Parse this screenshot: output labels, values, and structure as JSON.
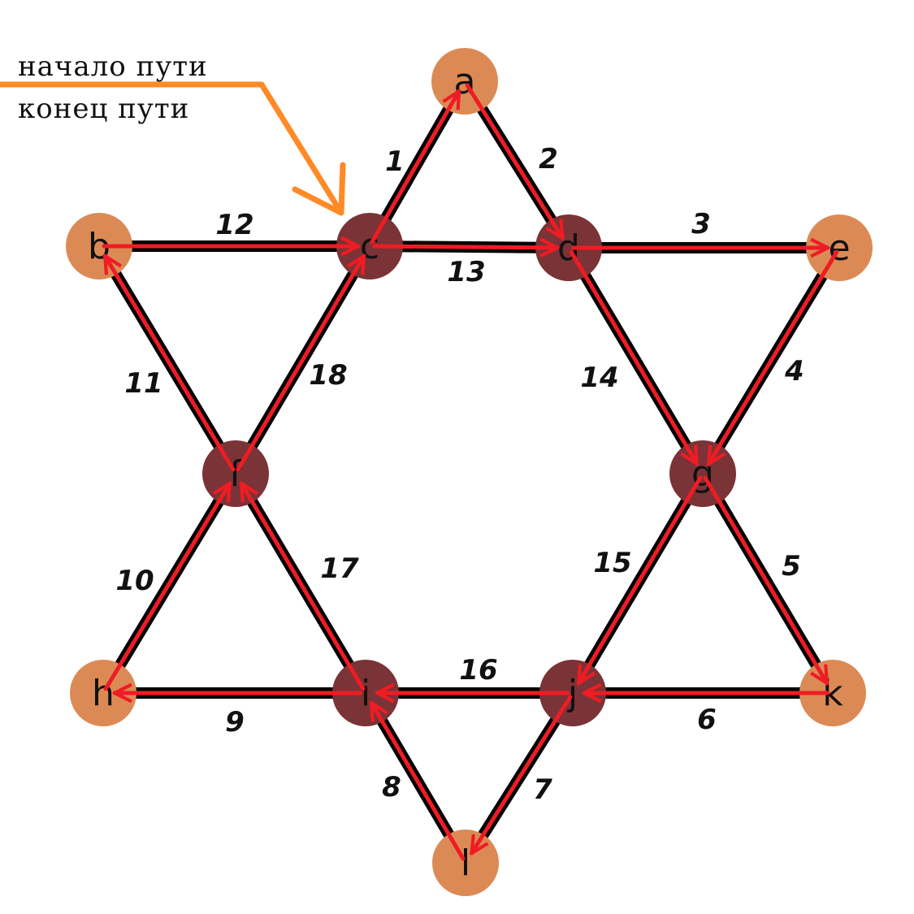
{
  "legend": {
    "start_label": "начало пути",
    "end_label": "конец пути"
  },
  "colors": {
    "outer_node": "#dc8a55",
    "inner_node": "#7a3336",
    "edge_base": "#000000",
    "path": "#ee1c24",
    "pointer": "#ff8a26"
  },
  "nodes": [
    {
      "id": "a",
      "label": "a",
      "kind": "outer"
    },
    {
      "id": "b",
      "label": "b",
      "kind": "outer"
    },
    {
      "id": "c",
      "label": "c",
      "kind": "inner"
    },
    {
      "id": "d",
      "label": "d",
      "kind": "inner"
    },
    {
      "id": "e",
      "label": "e",
      "kind": "outer"
    },
    {
      "id": "f",
      "label": "f",
      "kind": "inner"
    },
    {
      "id": "g",
      "label": "g",
      "kind": "inner"
    },
    {
      "id": "h",
      "label": "h",
      "kind": "outer"
    },
    {
      "id": "i",
      "label": "i",
      "kind": "inner"
    },
    {
      "id": "j",
      "label": "j",
      "kind": "inner"
    },
    {
      "id": "k",
      "label": "k",
      "kind": "outer"
    },
    {
      "id": "l",
      "label": "l",
      "kind": "outer"
    }
  ],
  "path_steps": [
    {
      "step": "1",
      "from": "c",
      "to": "a"
    },
    {
      "step": "2",
      "from": "a",
      "to": "d"
    },
    {
      "step": "3",
      "from": "d",
      "to": "e"
    },
    {
      "step": "4",
      "from": "e",
      "to": "g"
    },
    {
      "step": "5",
      "from": "g",
      "to": "k"
    },
    {
      "step": "6",
      "from": "k",
      "to": "j"
    },
    {
      "step": "7",
      "from": "j",
      "to": "l"
    },
    {
      "step": "8",
      "from": "l",
      "to": "i"
    },
    {
      "step": "9",
      "from": "i",
      "to": "h"
    },
    {
      "step": "10",
      "from": "h",
      "to": "f"
    },
    {
      "step": "11",
      "from": "f",
      "to": "b"
    },
    {
      "step": "12",
      "from": "b",
      "to": "c"
    },
    {
      "step": "13",
      "from": "c",
      "to": "d"
    },
    {
      "step": "14",
      "from": "d",
      "to": "g"
    },
    {
      "step": "15",
      "from": "g",
      "to": "j"
    },
    {
      "step": "16",
      "from": "j",
      "to": "i"
    },
    {
      "step": "17",
      "from": "i",
      "to": "f"
    },
    {
      "step": "18",
      "from": "f",
      "to": "c"
    }
  ]
}
